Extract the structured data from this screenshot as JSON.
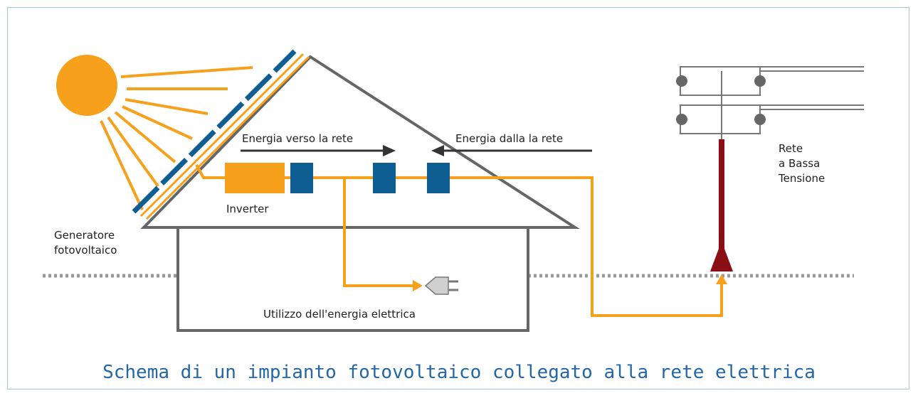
{
  "labels": {
    "to_grid": "Energia verso la rete",
    "from_grid": "Energia dalla la rete",
    "inverter": "Inverter",
    "generator_line1": "Generatore",
    "generator_line2": "fotovoltaico",
    "grid_line1": "Rete",
    "grid_line2": "a Bassa",
    "grid_line3": "Tensione",
    "usage": "Utilizzo dell'energia elettrica"
  },
  "title": "Schema di un impianto fotovoltaico collegato alla rete elettrica",
  "colors": {
    "sun": "#f7a01b",
    "wire": "#f7a01b",
    "meter": "#0e5e94",
    "house": "#666666",
    "pole": "#8b0e14",
    "title": "#2467a8",
    "arrow": "#333333",
    "ground": "#9a9a9a"
  },
  "icons": [
    "sun-icon",
    "plug-icon",
    "power-pole-icon"
  ]
}
